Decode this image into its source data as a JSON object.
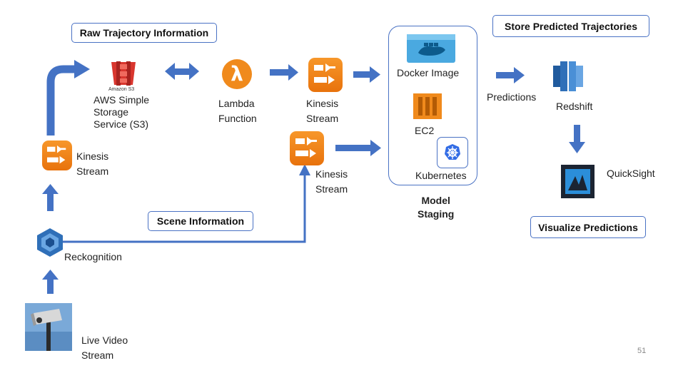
{
  "boxes": {
    "raw_trajectory": "Raw Trajectory Information",
    "scene_info": "Scene Information",
    "store_predicted": "Store Predicted Trajectories",
    "visualize": "Visualize Predictions"
  },
  "nodes": {
    "s3_badge": "Amazon S3",
    "s3": [
      "AWS Simple",
      "Storage",
      "Service (S3)"
    ],
    "lambda": [
      "Lambda",
      "Function"
    ],
    "kinesis_top": [
      "Kinesis",
      "Stream"
    ],
    "kinesis_mid": [
      "Kinesis",
      "Stream"
    ],
    "kinesis_left": [
      "Kinesis",
      "Stream"
    ],
    "docker": "Docker Image",
    "ec2": "EC2",
    "kubernetes": "Kubernetes",
    "staging": [
      "Model",
      "Staging"
    ],
    "predictions": "Predictions",
    "redshift": "Redshift",
    "quicksight": "QuickSight",
    "rekognition": "Reckognition",
    "live_video": [
      "Live Video",
      "Stream"
    ]
  },
  "page_number": "51",
  "colors": {
    "arrow": "#4472c4",
    "box_border": "#4a72c4",
    "aws_orange": "#f08a1c",
    "s3_red": "#d9362e",
    "redshift_blue": "#2f6fb8",
    "kubernetes_blue": "#326ce5"
  }
}
